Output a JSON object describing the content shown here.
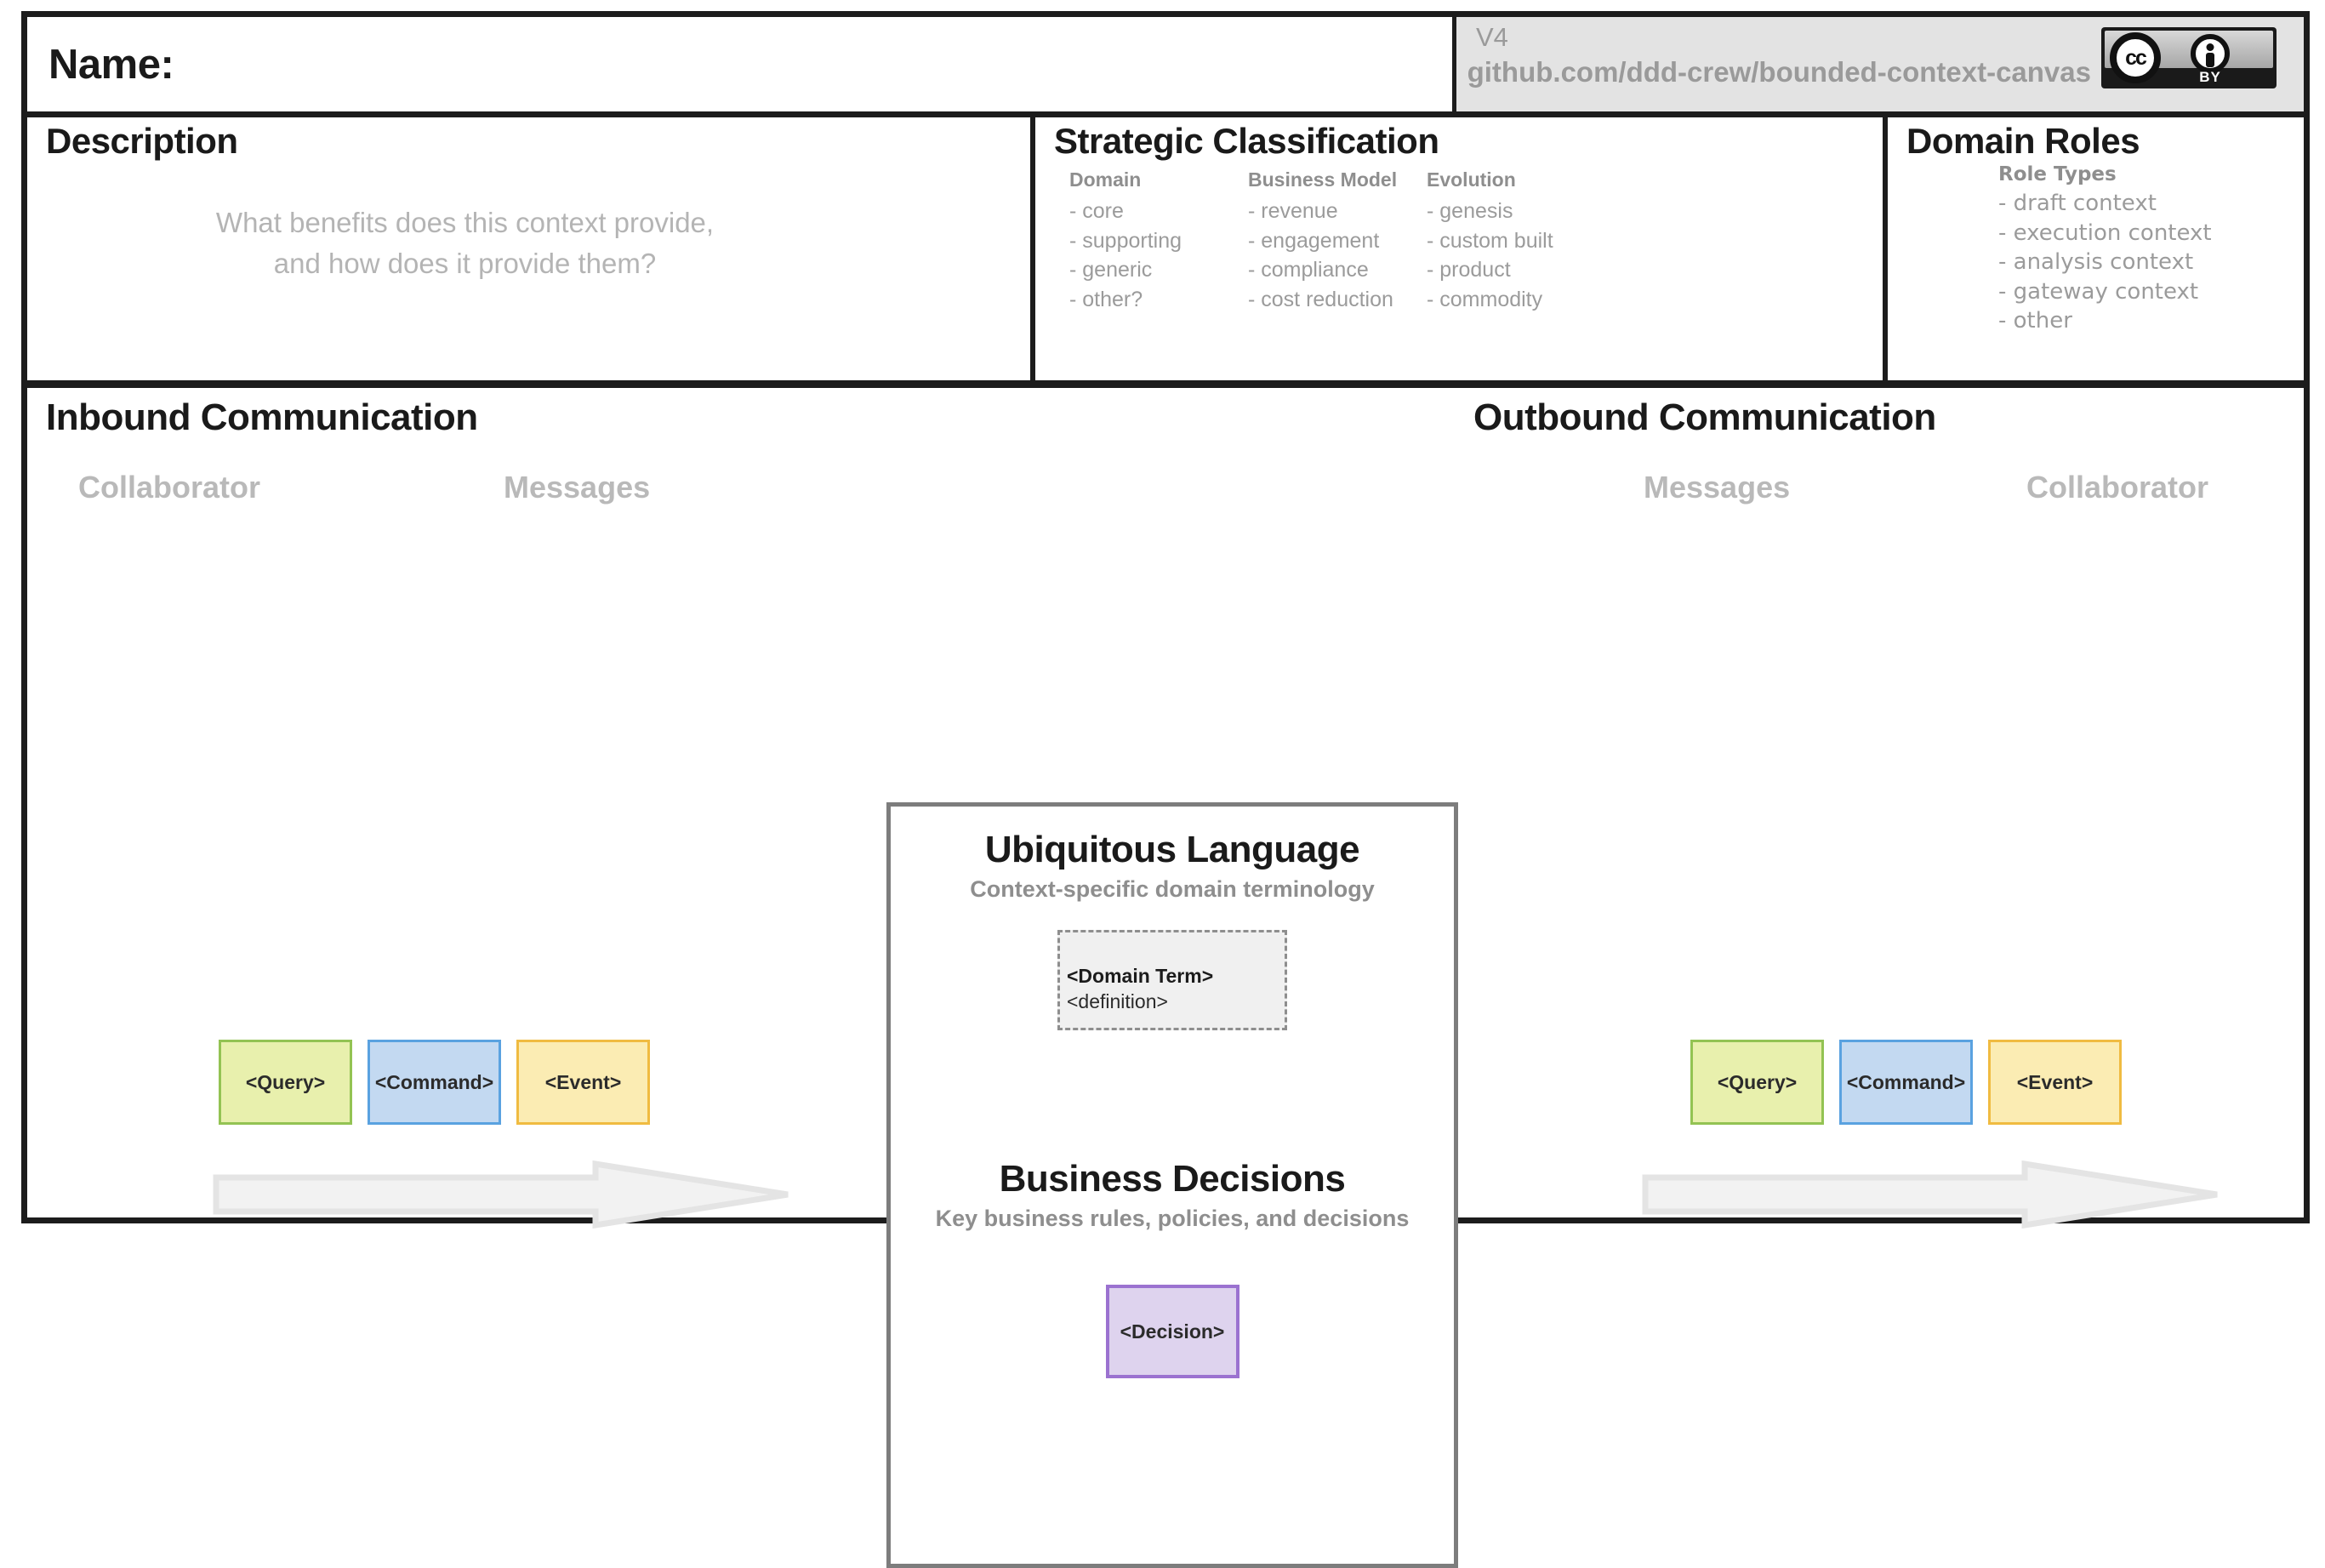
{
  "header": {
    "name_label": "Name:",
    "version": "V4",
    "repo_url": "github.com/ddd-crew/bounded-context-canvas",
    "license": {
      "cc_text": "cc",
      "by_text": "BY",
      "name": "cc-by-license-badge"
    }
  },
  "description": {
    "title": "Description",
    "placeholder_line1": "What benefits does this context provide,",
    "placeholder_line2": "and how does it provide them?"
  },
  "strategic_classification": {
    "title": "Strategic Classification",
    "columns": [
      {
        "heading": "Domain",
        "items": [
          "- core",
          "- supporting",
          "- generic",
          "- other?"
        ]
      },
      {
        "heading": "Business Model",
        "items": [
          "- revenue",
          "- engagement",
          "- compliance",
          "- cost reduction"
        ]
      },
      {
        "heading": "Evolution",
        "items": [
          "- genesis",
          "- custom built",
          "- product",
          "- commodity"
        ]
      }
    ]
  },
  "domain_roles": {
    "title": "Domain Roles",
    "heading": "Role Types",
    "items": [
      "- draft context",
      "- execution context",
      "- analysis context",
      "- gateway context",
      "- other"
    ]
  },
  "inbound": {
    "title": "Inbound Communication",
    "label_collaborator": "Collaborator",
    "label_messages": "Messages",
    "chips": [
      {
        "label": "<Query>",
        "type": "query"
      },
      {
        "label": "<Command>",
        "type": "command"
      },
      {
        "label": "<Event>",
        "type": "event"
      }
    ],
    "arrow": "flow-arrow-right"
  },
  "outbound": {
    "title": "Outbound Communication",
    "label_messages": "Messages",
    "label_collaborator": "Collaborator",
    "chips": [
      {
        "label": "<Query>",
        "type": "query"
      },
      {
        "label": "<Command>",
        "type": "command"
      },
      {
        "label": "<Event>",
        "type": "event"
      }
    ],
    "arrow": "flow-arrow-right"
  },
  "ubiquitous_language": {
    "title": "Ubiquitous Language",
    "subtitle": "Context-specific domain terminology",
    "card": {
      "term": "<Domain Term>",
      "definition": "<definition>"
    }
  },
  "business_decisions": {
    "title": "Business Decisions",
    "subtitle": "Key business rules, policies, and decisions",
    "chip": {
      "label": "<Decision>"
    }
  },
  "colors": {
    "frame": "#1c1c1c",
    "muted_text": "#9b9b9b",
    "placeholder_text": "#b4b4b4",
    "query_fill": "#e8f0ad",
    "query_border": "#93c353",
    "command_fill": "#c3d9f1",
    "command_border": "#5aa2e0",
    "event_fill": "#fbecb3",
    "event_border": "#f0bb41",
    "decision_fill": "#ded3ee",
    "decision_border": "#9b72d0",
    "arrow_fill": "#f2f2f2",
    "arrow_border": "#e2e2e2",
    "panel_border": "#7d7d7d",
    "header_band": "#e3e3e3"
  }
}
